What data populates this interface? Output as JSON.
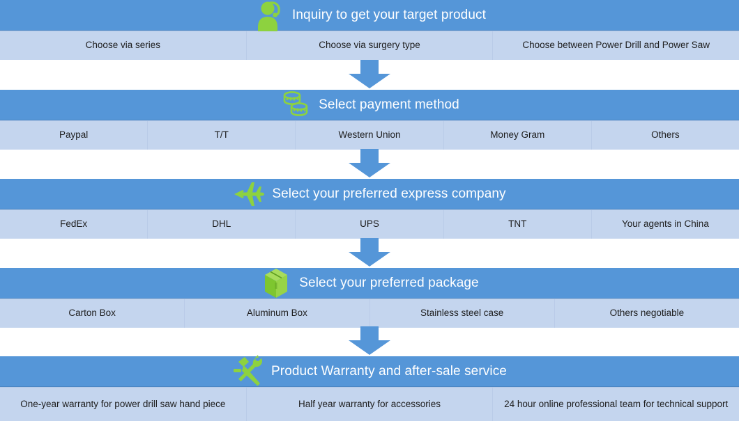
{
  "colors": {
    "header_blue": "#5596d8",
    "option_blue": "#c4d5ee",
    "icon_green": "#8dd23f",
    "arrow_blue": "#5596d8",
    "title_text": "#ffffff",
    "option_text": "#1d1d1d"
  },
  "steps": [
    {
      "id": "inquiry",
      "icon": "customer-service-person-icon",
      "title": "Inquiry to get your target product",
      "options": [
        "Choose via series",
        "Choose via surgery type",
        "Choose  between Power Drill and Power Saw"
      ]
    },
    {
      "id": "payment",
      "icon": "coins-stack-icon",
      "title": "Select payment method",
      "options": [
        "Paypal",
        "T/T",
        "Western Union",
        "Money Gram",
        "Others"
      ]
    },
    {
      "id": "express",
      "icon": "airplane-icon",
      "title": "Select your preferred express company",
      "options": [
        "FedEx",
        "DHL",
        "UPS",
        "TNT",
        "Your agents in China"
      ]
    },
    {
      "id": "package",
      "icon": "package-box-icon",
      "title": "Select your preferred package",
      "options": [
        "Carton Box",
        "Aluminum Box",
        "Stainless steel case",
        "Others negotiable"
      ]
    },
    {
      "id": "warranty",
      "icon": "hammer-wrench-icon",
      "title": "Product Warranty and after-sale service",
      "options": [
        "One-year warranty for power drill saw hand piece",
        "Half year warranty for accessories",
        "24 hour online professional team for technical support"
      ]
    }
  ],
  "connectors": [
    {
      "id": "connector-1",
      "icon": "down-arrow-icon"
    },
    {
      "id": "connector-2",
      "icon": "down-arrow-icon"
    },
    {
      "id": "connector-3",
      "icon": "down-arrow-icon"
    },
    {
      "id": "connector-4",
      "icon": "down-arrow-icon"
    }
  ]
}
